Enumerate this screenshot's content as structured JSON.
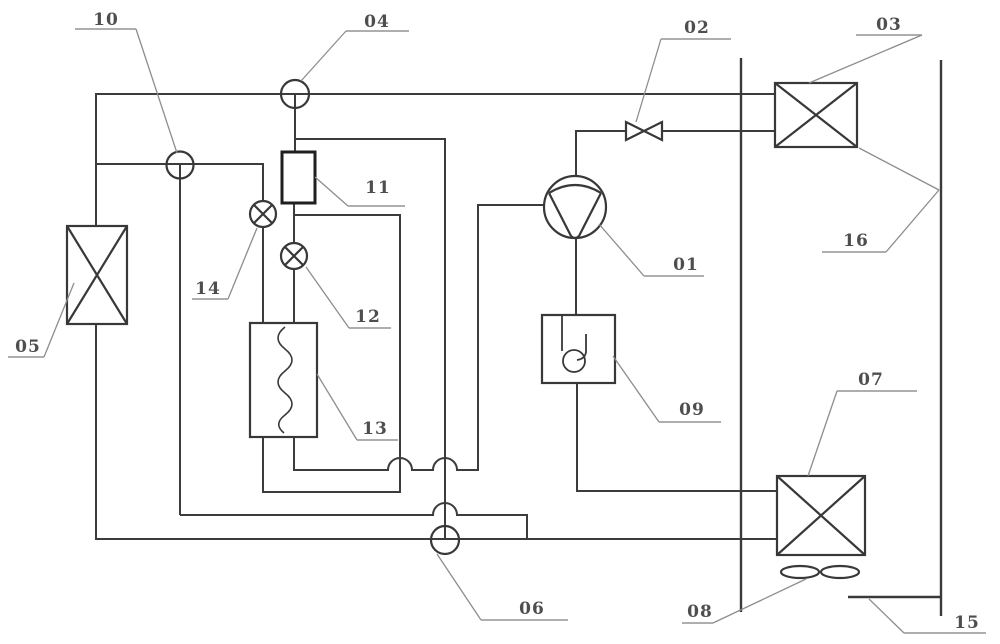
{
  "figure": {
    "kind": "patent piping schematic (heat-pump / refrigeration system)",
    "background": "#ffffff",
    "line_color": "#3c3c3c",
    "leader_color": "#8d8d8d",
    "label_color": "#4e4e4e"
  },
  "labels": {
    "n01": "01",
    "n02": "02",
    "n03": "03",
    "n04": "04",
    "n05": "05",
    "n06": "06",
    "n07": "07",
    "n08": "08",
    "n09": "09",
    "n10": "10",
    "n11": "11",
    "n12": "12",
    "n13": "13",
    "n14": "14",
    "n15": "15",
    "n16": "16"
  },
  "symbols": [
    {
      "ref": "01",
      "glyph": "compressor-circle"
    },
    {
      "ref": "02",
      "glyph": "bowtie-valve"
    },
    {
      "ref": "03",
      "glyph": "crossed-box-heat-exchanger"
    },
    {
      "ref": "04",
      "glyph": "inline-circle-device"
    },
    {
      "ref": "05",
      "glyph": "crossed-box-heat-exchanger"
    },
    {
      "ref": "06",
      "glyph": "inline-circle-device"
    },
    {
      "ref": "07",
      "glyph": "crossed-box-heat-exchanger"
    },
    {
      "ref": "08",
      "glyph": "fan-blades"
    },
    {
      "ref": "09",
      "glyph": "accumulator-box"
    },
    {
      "ref": "10",
      "glyph": "inline-circle-device"
    },
    {
      "ref": "11",
      "glyph": "small-rectangle-device"
    },
    {
      "ref": "12",
      "glyph": "circle-x-expansion-valve"
    },
    {
      "ref": "13",
      "glyph": "coil-heat-exchanger-box"
    },
    {
      "ref": "14",
      "glyph": "circle-x-expansion-valve"
    },
    {
      "ref": "15",
      "glyph": "enclosure-wall-bottom"
    },
    {
      "ref": "16",
      "glyph": "enclosure-wall-right"
    }
  ]
}
